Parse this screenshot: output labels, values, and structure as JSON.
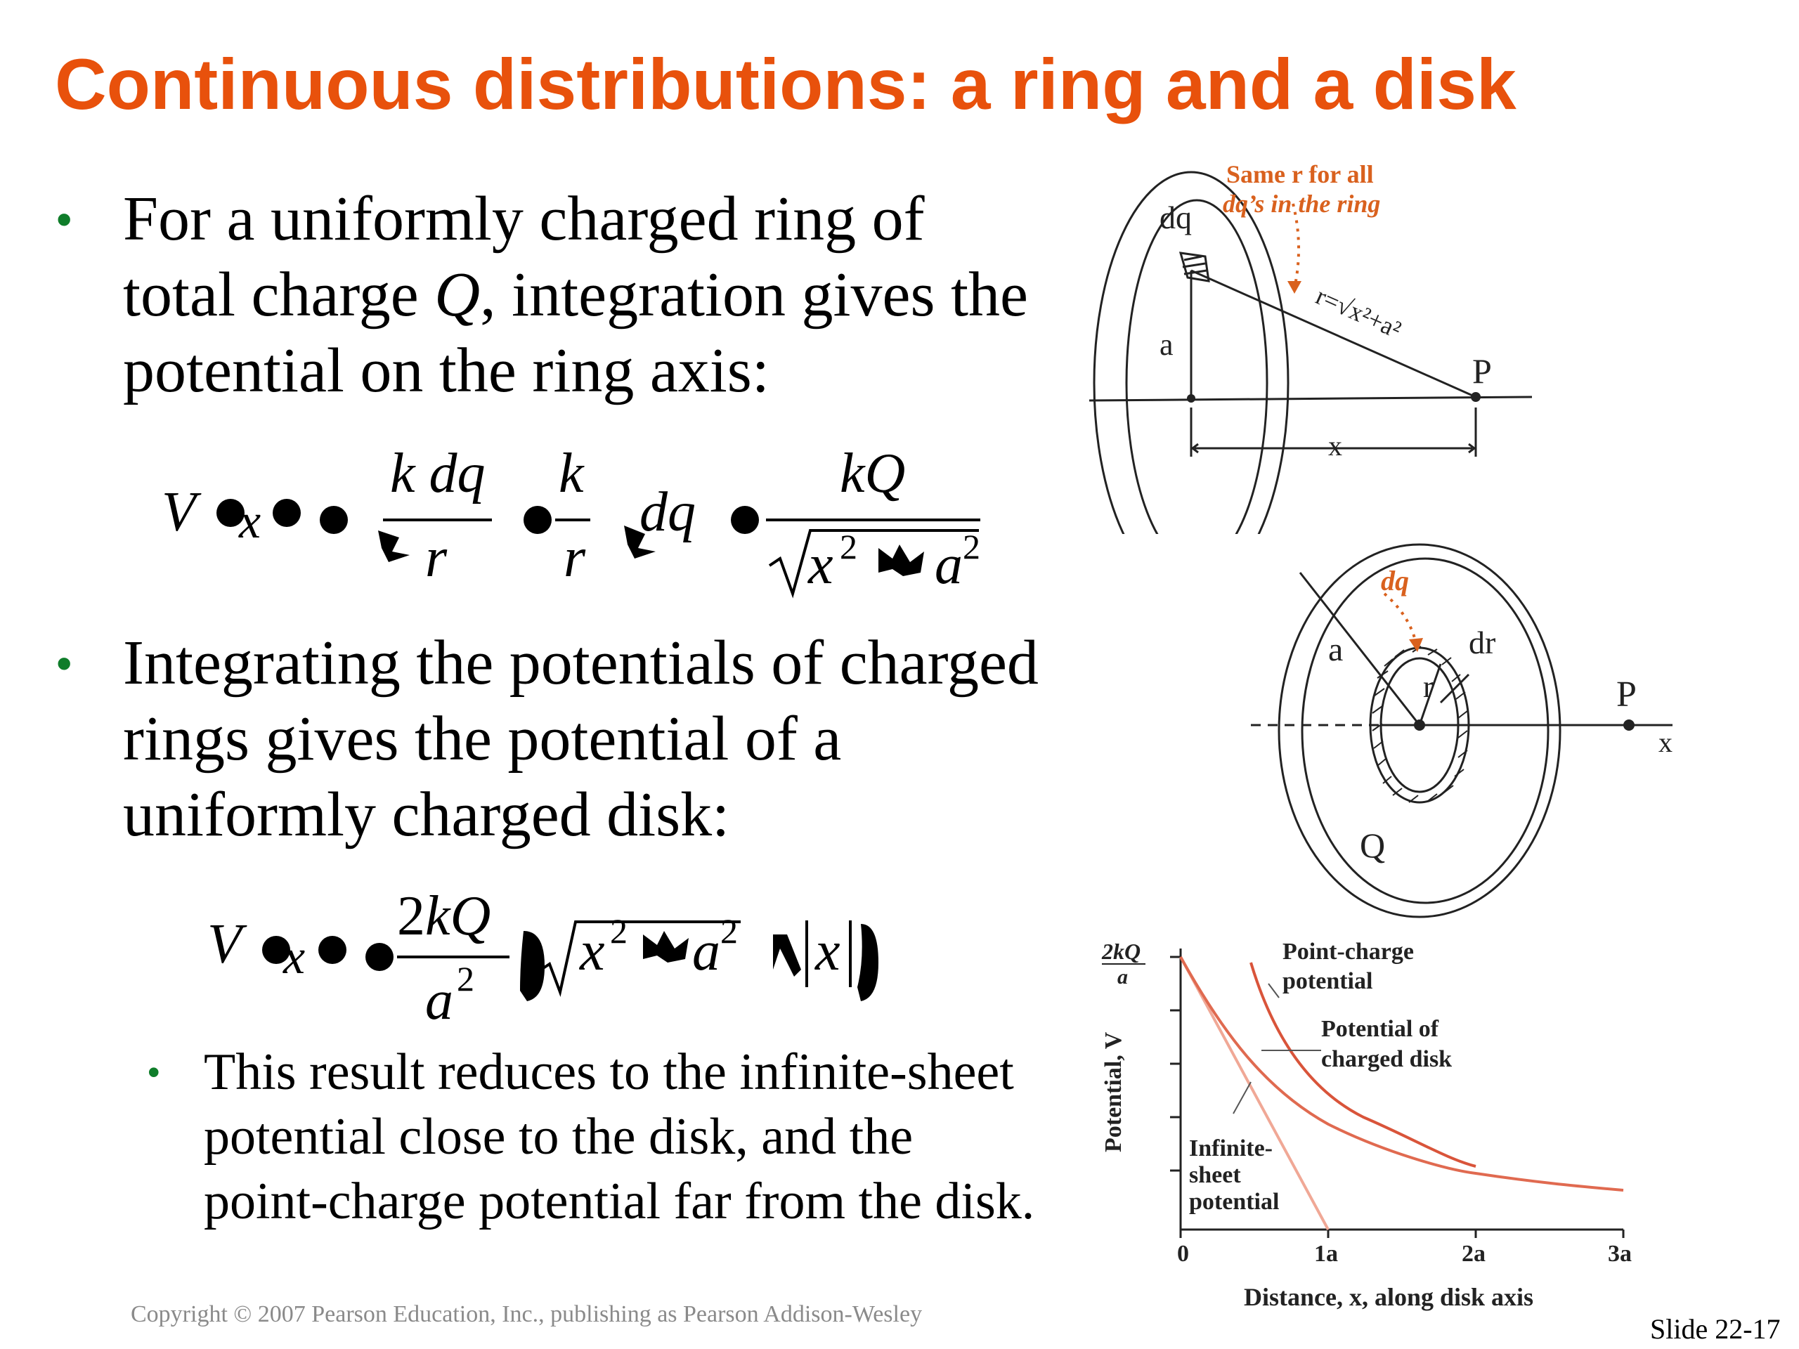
{
  "slide": {
    "title": "Continuous distributions: a ring and a disk",
    "bullets": [
      {
        "text": "For a uniformly charged ring of total charge Q, integration gives the potential on the ring axis:"
      },
      {
        "text": "Integrating the potentials of charged rings gives the potential of a uniformly charged disk:"
      },
      {
        "text": "This result reduces to the infinite-sheet potential close to the disk, and the point-charge potential far from the disk."
      }
    ],
    "copyright": "Copyright © 2007 Pearson Education, Inc., publishing as Pearson Addison-Wesley",
    "slide_number": "Slide 22-17"
  },
  "ring_figure": {
    "annotation_line1": "Same r for all",
    "annotation_line2": "dq’s in the ring",
    "label_dq": "dq",
    "label_a": "a",
    "label_r": "r=√x²+a²",
    "label_P": "P",
    "label_x": "x"
  },
  "disk_figure": {
    "label_dq": "dq",
    "label_a": "a",
    "label_dr": "dr",
    "label_r": "r",
    "label_P": "P",
    "label_x": "x",
    "label_Q": "Q"
  },
  "potential_graph": {
    "y_top_label_num": "2kQ",
    "y_top_label_den": "a",
    "ylabel": "Potential, V",
    "xlabel": "Distance, x, along disk axis",
    "xticks": [
      "0",
      "1a",
      "2a",
      "3a"
    ],
    "curve_labels": {
      "point_charge_1": "Point-charge",
      "point_charge_2": "potential",
      "disk_1": "Potential of",
      "disk_2": "charged disk",
      "sheet_1": "Infinite-",
      "sheet_2": "sheet",
      "sheet_3": "potential"
    },
    "colors": {
      "point": "#d9543a",
      "disk": "#e06a50",
      "sheet": "#f0a896"
    }
  }
}
